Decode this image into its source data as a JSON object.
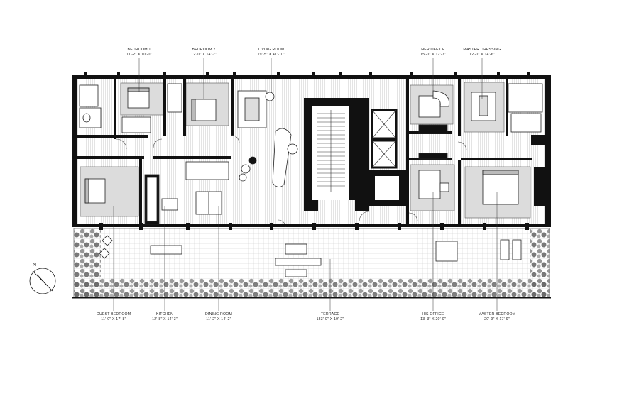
{
  "rooms_top": [
    {
      "name": "BEDROOM 1",
      "dims": "11'-2\" X 10'-0\""
    },
    {
      "name": "BEDROOM 2",
      "dims": "12'-0\" X 14'-2\""
    },
    {
      "name": "LIVING ROOM",
      "dims": "19'-5\" X 41'-10\""
    },
    {
      "name": "HER OFFICE",
      "dims": "15'-0\" X 12'-7\""
    },
    {
      "name": "MASTER DRESSING",
      "dims": "12'-0\" X 14'-6\""
    }
  ],
  "rooms_bottom": [
    {
      "name": "GUEST BEDROOM",
      "dims": "11'-0\" X 17'-8\""
    },
    {
      "name": "KITCHEN",
      "dims": "12'-8\" X 14'-3\""
    },
    {
      "name": "DINING ROOM",
      "dims": "11'-2\" X 14'-2\""
    },
    {
      "name": "TERRACE",
      "dims": "133'-0\" X 19'-2\""
    },
    {
      "name": "HIS OFFICE",
      "dims": "13'-3\" X 20'-0\""
    },
    {
      "name": "MASTER BEDROOM",
      "dims": "20'-9\" X 17'-9\""
    }
  ],
  "compass": {
    "label": "N"
  }
}
